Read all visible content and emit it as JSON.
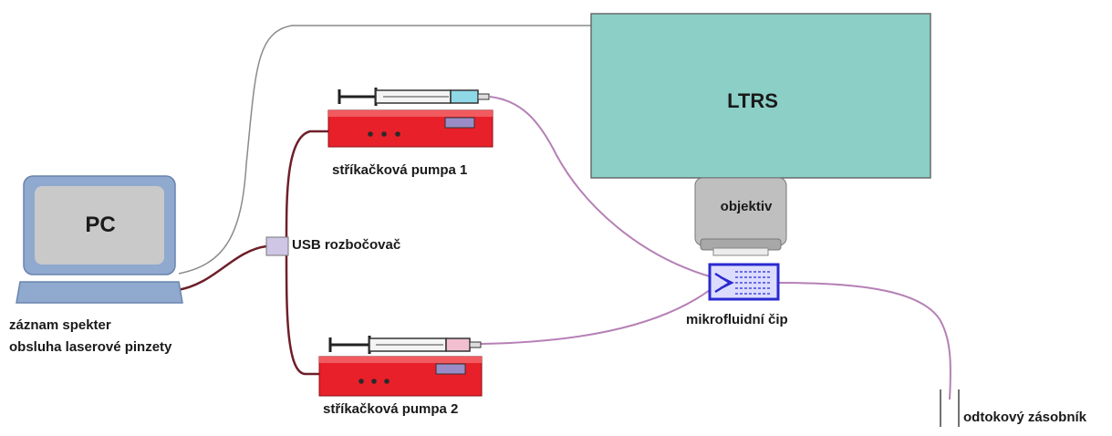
{
  "labels": {
    "ltrs": "LTRS",
    "objective": "objektiv",
    "pc": "PC",
    "pc_line1": "záznam spekter",
    "pc_line2": "obsluha laserové pinzety",
    "usb": "USB rozbočovač",
    "pump1": "stříkačková pumpa 1",
    "pump2": "stříkačková pumpa 2",
    "chip": "mikrofluidní čip",
    "outlet": "odtokový zásobník"
  },
  "colors": {
    "ltrs_box": "#8ccfc7",
    "objective": "#bfbfbf",
    "pump_body": "#e8202a",
    "pc_frame": "#8fa9cf",
    "pc_screen": "#c9c9c9",
    "usb_hub": "#cfc6e6",
    "tubing": "#b580b5",
    "cable": "#6e1f2a",
    "chip": "#3a3ad8",
    "syringe_tip_1": "#8fd8e8",
    "syringe_tip_2": "#f2bfd0"
  }
}
